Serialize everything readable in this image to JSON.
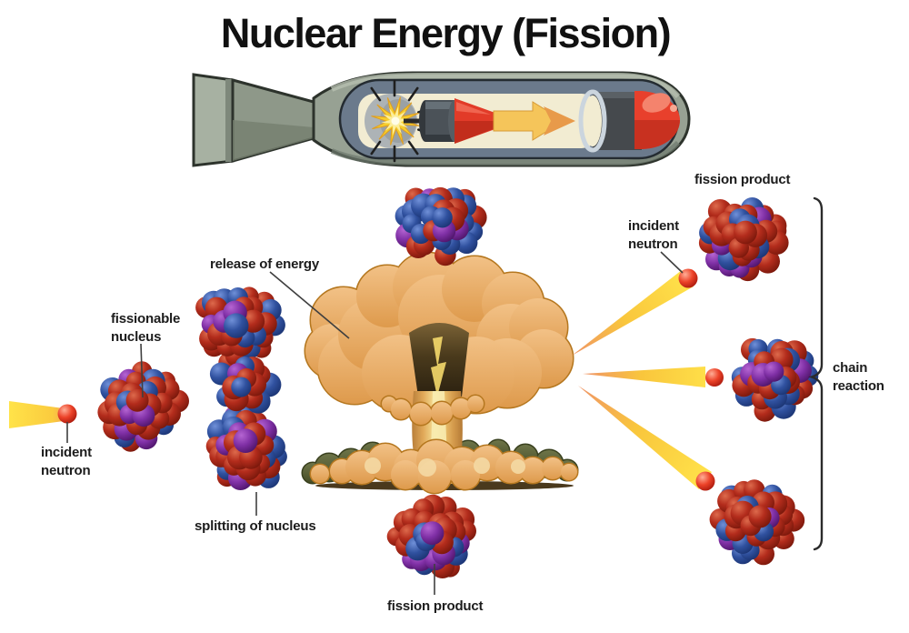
{
  "title": "Nuclear Energy (Fission)",
  "labels": {
    "fissionable_nucleus": "fissionable\nnucleus",
    "incident_neutron_left": "incident\nneutron",
    "release_of_energy": "release of energy",
    "splitting_of_nucleus": "splitting of nucleus",
    "fission_product_top": "fission product",
    "incident_neutron_right": "incident\nneutron",
    "chain_reaction": "chain\nreaction",
    "fission_product_bottom": "fission product"
  },
  "figures": {
    "bomb": "atomic-bomb-cutaway",
    "explosion": "mushroom-cloud-explosion",
    "nucleus": "cluster-of-nucleon-spheres",
    "neutron": "red-neutron-ball-with-yellow-beam",
    "bracket": "chain-reaction-brace"
  },
  "colors": {
    "background": "#ffffff",
    "title_text": "#111111",
    "label_text": "#1c1c1c",
    "nucleon_red": "#a9291b",
    "nucleon_blue": "#2f4fa2",
    "nucleon_purple": "#7c2ba2",
    "neutron_red": "#e53a24",
    "beam_yellow": "#ffe24a",
    "beam_orange": "#ef9468",
    "cloud_orange": "#e9ab5e",
    "cloud_outline": "#b5771f",
    "cloud_base_olive": "#5c6238",
    "bomb_casing": "#97a193",
    "bomb_inner": "#6b7a8c",
    "bomb_chamber": "#f2ecd2",
    "warhead_red": "#e23b28",
    "pointer_line": "#3f3f3f",
    "bracket_line": "#2b2b2b"
  }
}
